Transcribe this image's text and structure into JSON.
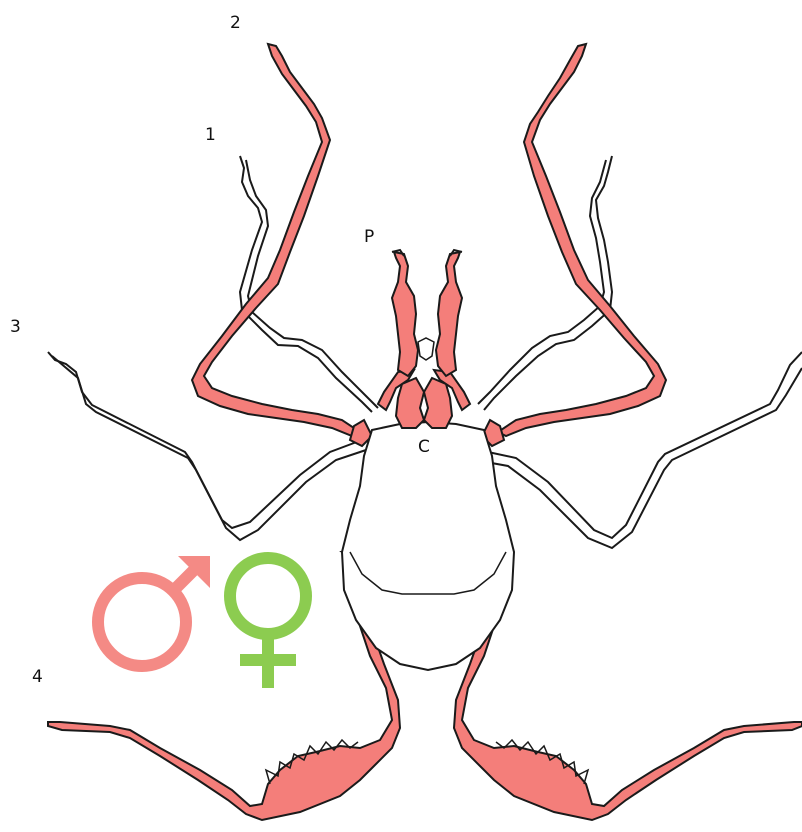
{
  "labels": {
    "leg_1": "1",
    "leg_2": "2",
    "leg_3": "3",
    "leg_4": "4",
    "pedipalp": "P",
    "chelicera": "C"
  },
  "symbols": {
    "male_icon": "male-symbol",
    "female_icon": "female-symbol"
  },
  "colors": {
    "highlight": "#f47e7a",
    "male": "#f48a85",
    "female": "#8ccc50",
    "outline": "#1a1a1a",
    "background": "#ffffff"
  }
}
